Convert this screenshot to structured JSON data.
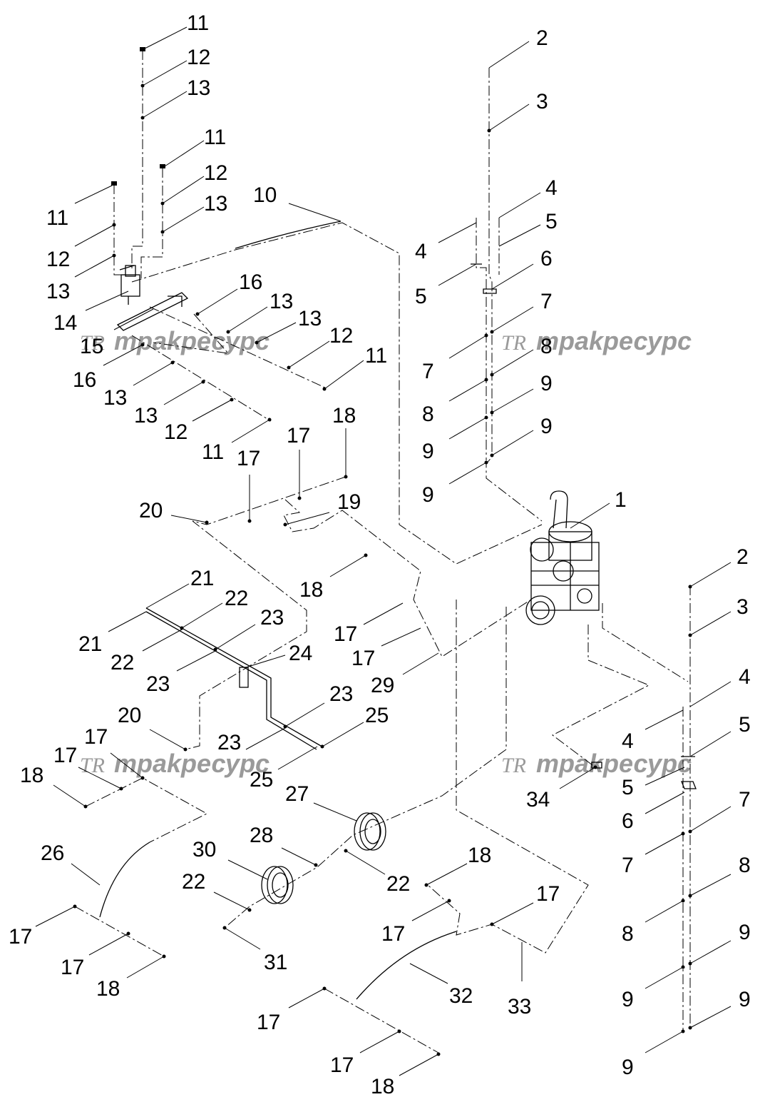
{
  "watermark": {
    "text": "трakресурс",
    "logo": "TR",
    "color": "#9a9a9a"
  },
  "callouts": [
    {
      "id": "c1",
      "text": "11"
    },
    {
      "id": "c2",
      "text": "12"
    },
    {
      "id": "c3",
      "text": "13"
    },
    {
      "id": "c4",
      "text": "11"
    },
    {
      "id": "c5",
      "text": "12"
    },
    {
      "id": "c6",
      "text": "13"
    },
    {
      "id": "c7",
      "text": "11"
    },
    {
      "id": "c8",
      "text": "12"
    },
    {
      "id": "c9",
      "text": "13"
    },
    {
      "id": "c10",
      "text": "14"
    },
    {
      "id": "c11",
      "text": "10"
    },
    {
      "id": "c12",
      "text": "15"
    },
    {
      "id": "c13",
      "text": "16"
    },
    {
      "id": "c14",
      "text": "13"
    },
    {
      "id": "c15",
      "text": "13"
    },
    {
      "id": "c16",
      "text": "12"
    },
    {
      "id": "c17",
      "text": "11"
    },
    {
      "id": "c18",
      "text": "16"
    },
    {
      "id": "c19",
      "text": "13"
    },
    {
      "id": "c20",
      "text": "13"
    },
    {
      "id": "c21",
      "text": "12"
    },
    {
      "id": "c22",
      "text": "11"
    },
    {
      "id": "c23",
      "text": "2"
    },
    {
      "id": "c24",
      "text": "3"
    },
    {
      "id": "c25",
      "text": "4"
    },
    {
      "id": "c26",
      "text": "4"
    },
    {
      "id": "c27",
      "text": "5"
    },
    {
      "id": "c28",
      "text": "5"
    },
    {
      "id": "c29",
      "text": "6"
    },
    {
      "id": "c30",
      "text": "7"
    },
    {
      "id": "c31",
      "text": "7"
    },
    {
      "id": "c32",
      "text": "8"
    },
    {
      "id": "c33",
      "text": "8"
    },
    {
      "id": "c34",
      "text": "9"
    },
    {
      "id": "c35",
      "text": "9"
    },
    {
      "id": "c36",
      "text": "9"
    },
    {
      "id": "c37",
      "text": "9"
    },
    {
      "id": "c38",
      "text": "18"
    },
    {
      "id": "c39",
      "text": "17"
    },
    {
      "id": "c40",
      "text": "17"
    },
    {
      "id": "c41",
      "text": "20"
    },
    {
      "id": "c42",
      "text": "19"
    },
    {
      "id": "c43",
      "text": "1"
    },
    {
      "id": "c44",
      "text": "18"
    },
    {
      "id": "c45",
      "text": "21"
    },
    {
      "id": "c46",
      "text": "22"
    },
    {
      "id": "c47",
      "text": "21"
    },
    {
      "id": "c48",
      "text": "23"
    },
    {
      "id": "c49",
      "text": "22"
    },
    {
      "id": "c50",
      "text": "24"
    },
    {
      "id": "c51",
      "text": "23"
    },
    {
      "id": "c52",
      "text": "17"
    },
    {
      "id": "c53",
      "text": "17"
    },
    {
      "id": "c54",
      "text": "29"
    },
    {
      "id": "c55",
      "text": "23"
    },
    {
      "id": "c56",
      "text": "20"
    },
    {
      "id": "c57",
      "text": "25"
    },
    {
      "id": "c58",
      "text": "17"
    },
    {
      "id": "c59",
      "text": "23"
    },
    {
      "id": "c60",
      "text": "17"
    },
    {
      "id": "c61",
      "text": "25"
    },
    {
      "id": "c62",
      "text": "18"
    },
    {
      "id": "c63",
      "text": "27"
    },
    {
      "id": "c64",
      "text": "28"
    },
    {
      "id": "c65",
      "text": "30"
    },
    {
      "id": "c66",
      "text": "26"
    },
    {
      "id": "c67",
      "text": "22"
    },
    {
      "id": "c68",
      "text": "22"
    },
    {
      "id": "c69",
      "text": "18"
    },
    {
      "id": "c70",
      "text": "17"
    },
    {
      "id": "c71",
      "text": "17"
    },
    {
      "id": "c72",
      "text": "17"
    },
    {
      "id": "c73",
      "text": "17"
    },
    {
      "id": "c74",
      "text": "31"
    },
    {
      "id": "c75",
      "text": "18"
    },
    {
      "id": "c76",
      "text": "32"
    },
    {
      "id": "c77",
      "text": "33"
    },
    {
      "id": "c78",
      "text": "17"
    },
    {
      "id": "c79",
      "text": "17"
    },
    {
      "id": "c80",
      "text": "18"
    },
    {
      "id": "c81",
      "text": "2"
    },
    {
      "id": "c82",
      "text": "3"
    },
    {
      "id": "c83",
      "text": "4"
    },
    {
      "id": "c84",
      "text": "4"
    },
    {
      "id": "c85",
      "text": "5"
    },
    {
      "id": "c86",
      "text": "5"
    },
    {
      "id": "c87",
      "text": "6"
    },
    {
      "id": "c88",
      "text": "34"
    },
    {
      "id": "c89",
      "text": "7"
    },
    {
      "id": "c90",
      "text": "7"
    },
    {
      "id": "c91",
      "text": "8"
    },
    {
      "id": "c92",
      "text": "8"
    },
    {
      "id": "c93",
      "text": "9"
    },
    {
      "id": "c94",
      "text": "9"
    },
    {
      "id": "c95",
      "text": "9"
    },
    {
      "id": "c96",
      "text": "9"
    }
  ]
}
